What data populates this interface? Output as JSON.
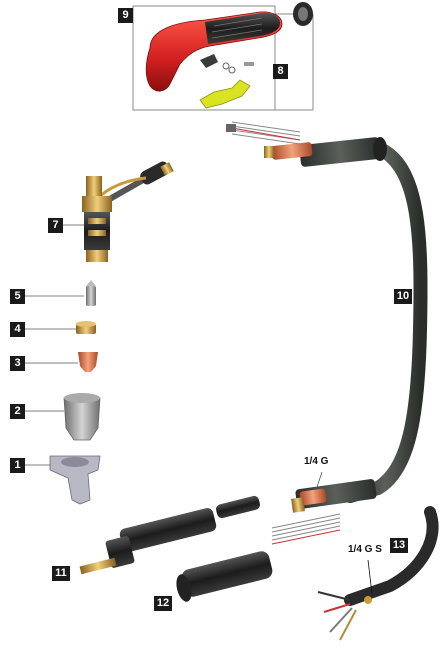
{
  "callouts": {
    "n1": "1",
    "n2": "2",
    "n3": "3",
    "n4": "4",
    "n5": "5",
    "n7": "7",
    "n8": "8",
    "n9": "9",
    "n10": "10",
    "n11": "11",
    "n12": "12",
    "n13": "13"
  },
  "thread_labels": {
    "cable_end": "1/4 G",
    "cable_gas": "1/4 G S"
  },
  "colors": {
    "handle_red": "#d21f1f",
    "grip_black": "#2d2d2d",
    "lever_yellow": "#d8e422",
    "brass": "#c99a3a",
    "copper": "#d9784a",
    "hose": "#3a3f3a",
    "sleeve": "#9a9a9a"
  }
}
